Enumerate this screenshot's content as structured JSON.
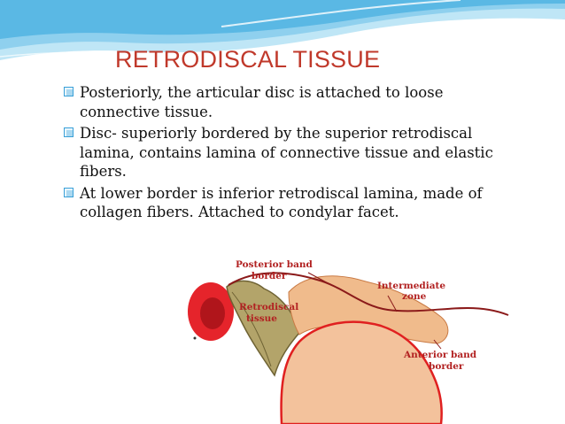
{
  "slide": {
    "title": "RETRODISCAL TISSUE",
    "bullets": [
      "Posteriorly, the articular disc is attached to loose connective tissue.",
      "Disc- superiorly bordered by the superior retrodiscal lamina, contains lamina of connective tissue and elastic fibers.",
      "At lower border is inferior retrodiscal lamina, made of collagen fibers. Attached to condylar facet."
    ],
    "bullet_icon": "square-bullet-icon",
    "colors": {
      "title": "#c0392b",
      "accent": "#3aa0d8",
      "label": "#b22222"
    }
  },
  "diagram": {
    "labels": {
      "posterior_band_line1": "Posterior band",
      "posterior_band_line2": "border",
      "intermediate_line1": "Intermediate",
      "intermediate_line2": "zone",
      "retrodiscal_line1": "Retrodiscal",
      "retrodiscal_line2": "tissue",
      "anterior_band_line1": "Anterior band",
      "anterior_band_line2": "border"
    }
  }
}
